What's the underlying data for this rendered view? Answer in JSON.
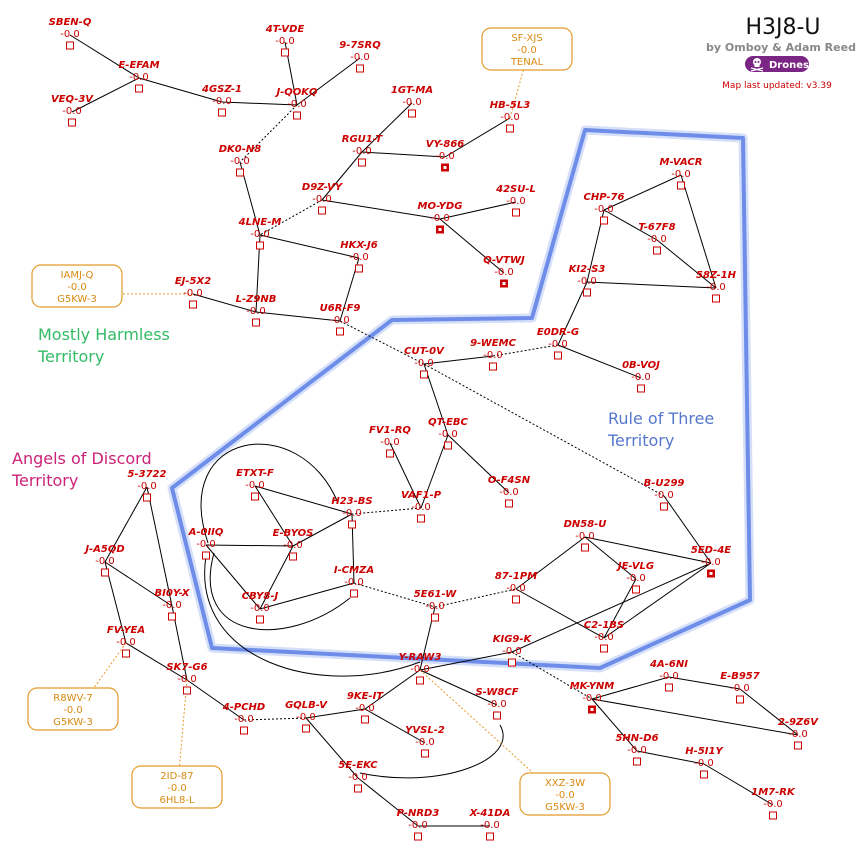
{
  "header": {
    "title": "H3J8-U",
    "credits": "by Omboy & Adam Reed",
    "region_button": "Drones",
    "updated": "Map last updated: v3.39",
    "skull_icon": "skull-icon"
  },
  "regions": [
    {
      "id": "mostly-harmless",
      "lines": [
        "Mostly Harmless",
        "Territory"
      ],
      "color": "#33bb66"
    },
    {
      "id": "rule-of-three",
      "lines": [
        "Rule of Three",
        "Territory"
      ],
      "color": "#5577cc"
    },
    {
      "id": "angels-of-discord",
      "lines": [
        "Angels of Discord",
        "Territory"
      ],
      "color": "#cc2277"
    }
  ],
  "systems": [
    {
      "id": "SBEN-Q",
      "name": "SBEN-Q",
      "sec": "-0.0",
      "station": false
    },
    {
      "id": "VEQ-3V",
      "name": "VEQ-3V",
      "sec": "-0.0",
      "station": false
    },
    {
      "id": "E-EFAM",
      "name": "E-EFAM",
      "sec": "-0.0",
      "station": false
    },
    {
      "id": "4GSZ-1",
      "name": "4GSZ-1",
      "sec": "-0.0",
      "station": false
    },
    {
      "id": "4T-VDE",
      "name": "4T-VDE",
      "sec": "-0.0",
      "station": false
    },
    {
      "id": "9-7SRQ",
      "name": "9-7SRQ",
      "sec": "-0.0",
      "station": false
    },
    {
      "id": "J-QOKQ",
      "name": "J-QOKQ",
      "sec": "-0.0",
      "station": false
    },
    {
      "id": "DK0-N8",
      "name": "DK0-N8",
      "sec": "-0.0",
      "station": false
    },
    {
      "id": "1GT-MA",
      "name": "1GT-MA",
      "sec": "-0.0",
      "station": false
    },
    {
      "id": "RGU1-T",
      "name": "RGU1-T",
      "sec": "-0.0",
      "station": false
    },
    {
      "id": "VY-866",
      "name": "VY-866",
      "sec": "-0.0",
      "station": true
    },
    {
      "id": "HB-5L3",
      "name": "HB-5L3",
      "sec": "-0.0",
      "station": false
    },
    {
      "id": "D9Z-VY",
      "name": "D9Z-VY",
      "sec": "-0.0",
      "station": false
    },
    {
      "id": "MO-YDG",
      "name": "MO-YDG",
      "sec": "-0.0",
      "station": true
    },
    {
      "id": "42SU-L",
      "name": "42SU-L",
      "sec": "-0.0",
      "station": false
    },
    {
      "id": "4LNE-M",
      "name": "4LNE-M",
      "sec": "-0.0",
      "station": false
    },
    {
      "id": "HKX-J6",
      "name": "HKX-J6",
      "sec": "-0.0",
      "station": false
    },
    {
      "id": "Q-VTWJ",
      "name": "Q-VTWJ",
      "sec": "-0.0",
      "station": true
    },
    {
      "id": "EJ-5X2",
      "name": "EJ-5X2",
      "sec": "-0.0",
      "station": false
    },
    {
      "id": "L-Z9NB",
      "name": "L-Z9NB",
      "sec": "-0.0",
      "station": false
    },
    {
      "id": "U6R-F9",
      "name": "U6R-F9",
      "sec": "-0.0",
      "station": false
    },
    {
      "id": "M-VACR",
      "name": "M-VACR",
      "sec": "-0.0",
      "station": false
    },
    {
      "id": "CHP-76",
      "name": "CHP-76",
      "sec": "-0.0",
      "station": false
    },
    {
      "id": "T-67F8",
      "name": "T-67F8",
      "sec": "-0.0",
      "station": false
    },
    {
      "id": "KI2-S3",
      "name": "KI2-S3",
      "sec": "-0.0",
      "station": false
    },
    {
      "id": "58Z-1H",
      "name": "58Z-1H",
      "sec": "-0.0",
      "station": false
    },
    {
      "id": "E0DR-G",
      "name": "E0DR-G",
      "sec": "-0.0",
      "station": false
    },
    {
      "id": "CUT-0V",
      "name": "CUT-0V",
      "sec": "-0.0",
      "station": false
    },
    {
      "id": "9-WEMC",
      "name": "9-WEMC",
      "sec": "-0.0",
      "station": false
    },
    {
      "id": "0B-VOJ",
      "name": "0B-VOJ",
      "sec": "-0.0",
      "station": false
    },
    {
      "id": "QT-EBC",
      "name": "QT-EBC",
      "sec": "-0.0",
      "station": false
    },
    {
      "id": "FV1-RQ",
      "name": "FV1-RQ",
      "sec": "-0.0",
      "station": false
    },
    {
      "id": "O-F4SN",
      "name": "O-F4SN",
      "sec": "-0.0",
      "station": false
    },
    {
      "id": "VAF1-P",
      "name": "VAF1-P",
      "sec": "-0.0",
      "station": false
    },
    {
      "id": "ETXT-F",
      "name": "ETXT-F",
      "sec": "-0.0",
      "station": false
    },
    {
      "id": "H23-BS",
      "name": "H23-BS",
      "sec": "-0.0",
      "station": false
    },
    {
      "id": "B-U299",
      "name": "B-U299",
      "sec": "-0.0",
      "station": false
    },
    {
      "id": "A-0IIQ",
      "name": "A-0IIQ",
      "sec": "-0.0",
      "station": false
    },
    {
      "id": "E-BYOS",
      "name": "E-BYOS",
      "sec": "-0.0",
      "station": false
    },
    {
      "id": "DN58-U",
      "name": "DN58-U",
      "sec": "-0.0",
      "station": false
    },
    {
      "id": "5ED-4E",
      "name": "5ED-4E",
      "sec": "-0.0",
      "station": true
    },
    {
      "id": "I-CMZA",
      "name": "I-CMZA",
      "sec": "-0.0",
      "station": false
    },
    {
      "id": "JE-VLG",
      "name": "JE-VLG",
      "sec": "-0.0",
      "station": false
    },
    {
      "id": "CBY8-J",
      "name": "CBY8-J",
      "sec": "-0.0",
      "station": false
    },
    {
      "id": "5E61-W",
      "name": "5E61-W",
      "sec": "-0.0",
      "station": false
    },
    {
      "id": "87-1PM",
      "name": "87-1PM",
      "sec": "-0.0",
      "station": false
    },
    {
      "id": "C2-1BS",
      "name": "C2-1BS",
      "sec": "-0.0",
      "station": false
    },
    {
      "id": "5-3722",
      "name": "5-3722",
      "sec": "-0.0",
      "station": false
    },
    {
      "id": "J-A5QD",
      "name": "J-A5QD",
      "sec": "-0.0",
      "station": false
    },
    {
      "id": "BI0Y-X",
      "name": "BI0Y-X",
      "sec": "-0.0",
      "station": false
    },
    {
      "id": "FV-YEA",
      "name": "FV-YEA",
      "sec": "-0.0",
      "station": false
    },
    {
      "id": "SK7-G6",
      "name": "SK7-G6",
      "sec": "-0.0",
      "station": false
    },
    {
      "id": "KIG9-K",
      "name": "KIG9-K",
      "sec": "-0.0",
      "station": false
    },
    {
      "id": "Y-RAW3",
      "name": "Y-RAW3",
      "sec": "-0.0",
      "station": false
    },
    {
      "id": "4A-6NI",
      "name": "4A-6NI",
      "sec": "-0.0",
      "station": false
    },
    {
      "id": "E-B957",
      "name": "E-B957",
      "sec": "-0.0",
      "station": false
    },
    {
      "id": "MK-YNM",
      "name": "MK-YNM",
      "sec": "-0.0",
      "station": true
    },
    {
      "id": "4-PCHD",
      "name": "4-PCHD",
      "sec": "-0.0",
      "station": false
    },
    {
      "id": "GQLB-V",
      "name": "GQLB-V",
      "sec": "-0.0",
      "station": false
    },
    {
      "id": "9KE-IT",
      "name": "9KE-IT",
      "sec": "-0.0",
      "station": false
    },
    {
      "id": "S-W8CF",
      "name": "S-W8CF",
      "sec": "-0.0",
      "station": false
    },
    {
      "id": "YVSL-2",
      "name": "YVSL-2",
      "sec": "-0.0",
      "station": false
    },
    {
      "id": "2-9Z6V",
      "name": "2-9Z6V",
      "sec": "-0.0",
      "station": false
    },
    {
      "id": "5HN-D6",
      "name": "5HN-D6",
      "sec": "-0.0",
      "station": false
    },
    {
      "id": "H-5I1Y",
      "name": "H-5I1Y",
      "sec": "-0.0",
      "station": false
    },
    {
      "id": "5E-EKC",
      "name": "5E-EKC",
      "sec": "-0.0",
      "station": false
    },
    {
      "id": "1M7-RK",
      "name": "1M7-RK",
      "sec": "-0.0",
      "station": false
    },
    {
      "id": "P-NRD3",
      "name": "P-NRD3",
      "sec": "-0.0",
      "station": false
    },
    {
      "id": "X-41DA",
      "name": "X-41DA",
      "sec": "-0.0",
      "station": false
    }
  ],
  "external": [
    {
      "id": "SF-XJS",
      "name": "SF-XJS",
      "sec": "-0.0",
      "region": "TENAL"
    },
    {
      "id": "IAMJ-Q",
      "name": "IAMJ-Q",
      "sec": "-0.0",
      "region": "G5KW-3"
    },
    {
      "id": "R8WV-7",
      "name": "R8WV-7",
      "sec": "-0.0",
      "region": "G5KW-3"
    },
    {
      "id": "2ID-87",
      "name": "2ID-87",
      "sec": "-0.0",
      "region": "6HL8-L"
    },
    {
      "id": "XXZ-3W",
      "name": "XXZ-3W",
      "sec": "-0.0",
      "region": "G5KW-3"
    }
  ],
  "connections": [
    [
      "SBEN-Q",
      "E-EFAM",
      "n"
    ],
    [
      "VEQ-3V",
      "E-EFAM",
      "n"
    ],
    [
      "E-EFAM",
      "4GSZ-1",
      "n"
    ],
    [
      "4GSZ-1",
      "J-QOKQ",
      "n"
    ],
    [
      "4T-VDE",
      "J-QOKQ",
      "n"
    ],
    [
      "9-7SRQ",
      "J-QOKQ",
      "n"
    ],
    [
      "J-QOKQ",
      "DK0-N8",
      "d"
    ],
    [
      "DK0-N8",
      "4LNE-M",
      "n"
    ],
    [
      "1GT-MA",
      "RGU1-T",
      "n"
    ],
    [
      "RGU1-T",
      "VY-866",
      "n"
    ],
    [
      "VY-866",
      "HB-5L3",
      "n"
    ],
    [
      "RGU1-T",
      "D9Z-VY",
      "n"
    ],
    [
      "D9Z-VY",
      "4LNE-M",
      "d"
    ],
    [
      "D9Z-VY",
      "MO-YDG",
      "n"
    ],
    [
      "MO-YDG",
      "42SU-L",
      "n"
    ],
    [
      "MO-YDG",
      "Q-VTWJ",
      "n"
    ],
    [
      "4LNE-M",
      "HKX-J6",
      "n"
    ],
    [
      "4LNE-M",
      "L-Z9NB",
      "n"
    ],
    [
      "EJ-5X2",
      "L-Z9NB",
      "n"
    ],
    [
      "L-Z9NB",
      "U6R-F9",
      "n"
    ],
    [
      "HKX-J6",
      "U6R-F9",
      "n"
    ],
    [
      "U6R-F9",
      "CUT-0V",
      "d"
    ],
    [
      "CUT-0V",
      "9-WEMC",
      "n"
    ],
    [
      "9-WEMC",
      "E0DR-G",
      "d"
    ],
    [
      "E0DR-G",
      "0B-VOJ",
      "n"
    ],
    [
      "E0DR-G",
      "KI2-S3",
      "n"
    ],
    [
      "KI2-S3",
      "CHP-76",
      "n"
    ],
    [
      "KI2-S3",
      "58Z-1H",
      "n"
    ],
    [
      "CHP-76",
      "M-VACR",
      "n"
    ],
    [
      "CHP-76",
      "T-67F8",
      "n"
    ],
    [
      "T-67F8",
      "58Z-1H",
      "n"
    ],
    [
      "M-VACR",
      "58Z-1H",
      "n"
    ],
    [
      "CUT-0V",
      "QT-EBC",
      "n"
    ],
    [
      "CUT-0V",
      "B-U299",
      "d"
    ],
    [
      "QT-EBC",
      "O-F4SN",
      "n"
    ],
    [
      "QT-EBC",
      "VAF1-P",
      "n"
    ],
    [
      "FV1-RQ",
      "VAF1-P",
      "n"
    ],
    [
      "VAF1-P",
      "H23-BS",
      "d"
    ],
    [
      "ETXT-F",
      "H23-BS",
      "n"
    ],
    [
      "ETXT-F",
      "E-BYOS",
      "n"
    ],
    [
      "A-0IIQ",
      "E-BYOS",
      "n"
    ],
    [
      "E-BYOS",
      "H23-BS",
      "n"
    ],
    [
      "E-BYOS",
      "CBY8-J",
      "n"
    ],
    [
      "A-0IIQ",
      "CBY8-J",
      "n"
    ],
    [
      "H23-BS",
      "I-CMZA",
      "n"
    ],
    [
      "CBY8-J",
      "I-CMZA",
      "n"
    ],
    [
      "I-CMZA",
      "5E61-W",
      "d"
    ],
    [
      "5E61-W",
      "87-1PM",
      "d"
    ],
    [
      "87-1PM",
      "DN58-U",
      "n"
    ],
    [
      "87-1PM",
      "C2-1BS",
      "n"
    ],
    [
      "DN58-U",
      "JE-VLG",
      "n"
    ],
    [
      "DN58-U",
      "5ED-4E",
      "n"
    ],
    [
      "JE-VLG",
      "C2-1BS",
      "n"
    ],
    [
      "C2-1BS",
      "5ED-4E",
      "n"
    ],
    [
      "B-U299",
      "5ED-4E",
      "n"
    ],
    [
      "5E61-W",
      "Y-RAW3",
      "n"
    ],
    [
      "5-3722",
      "J-A5QD",
      "n"
    ],
    [
      "5-3722",
      "BI0Y-X",
      "n"
    ],
    [
      "J-A5QD",
      "BI0Y-X",
      "n"
    ],
    [
      "J-A5QD",
      "FV-YEA",
      "n"
    ],
    [
      "BI0Y-X",
      "SK7-G6",
      "n"
    ],
    [
      "FV-YEA",
      "SK7-G6",
      "n"
    ],
    [
      "SK7-G6",
      "4-PCHD",
      "n"
    ],
    [
      "4-PCHD",
      "GQLB-V",
      "d"
    ],
    [
      "GQLB-V",
      "9KE-IT",
      "n"
    ],
    [
      "9KE-IT",
      "Y-RAW3",
      "n"
    ],
    [
      "9KE-IT",
      "YVSL-2",
      "n"
    ],
    [
      "GQLB-V",
      "5E-EKC",
      "n"
    ],
    [
      "5E-EKC",
      "P-NRD3",
      "n"
    ],
    [
      "P-NRD3",
      "X-41DA",
      "n"
    ],
    [
      "Y-RAW3",
      "KIG9-K",
      "n"
    ],
    [
      "Y-RAW3",
      "S-W8CF",
      "n"
    ],
    [
      "KIG9-K",
      "MK-YNM",
      "d"
    ],
    [
      "MK-YNM",
      "4A-6NI",
      "n"
    ],
    [
      "4A-6NI",
      "E-B957",
      "n"
    ],
    [
      "E-B957",
      "2-9Z6V",
      "n"
    ],
    [
      "MK-YNM",
      "2-9Z6V",
      "n"
    ],
    [
      "MK-YNM",
      "5HN-D6",
      "n"
    ],
    [
      "5HN-D6",
      "H-5I1Y",
      "n"
    ],
    [
      "H-5I1Y",
      "1M7-RK",
      "n"
    ],
    [
      "5ED-4E",
      "KIG9-K",
      "n"
    ]
  ],
  "external_links": [
    [
      "HB-5L3",
      "SF-XJS"
    ],
    [
      "EJ-5X2",
      "IAMJ-Q"
    ],
    [
      "FV-YEA",
      "R8WV-7"
    ],
    [
      "SK7-G6",
      "2ID-87"
    ],
    [
      "Y-RAW3",
      "XXZ-3W"
    ]
  ]
}
